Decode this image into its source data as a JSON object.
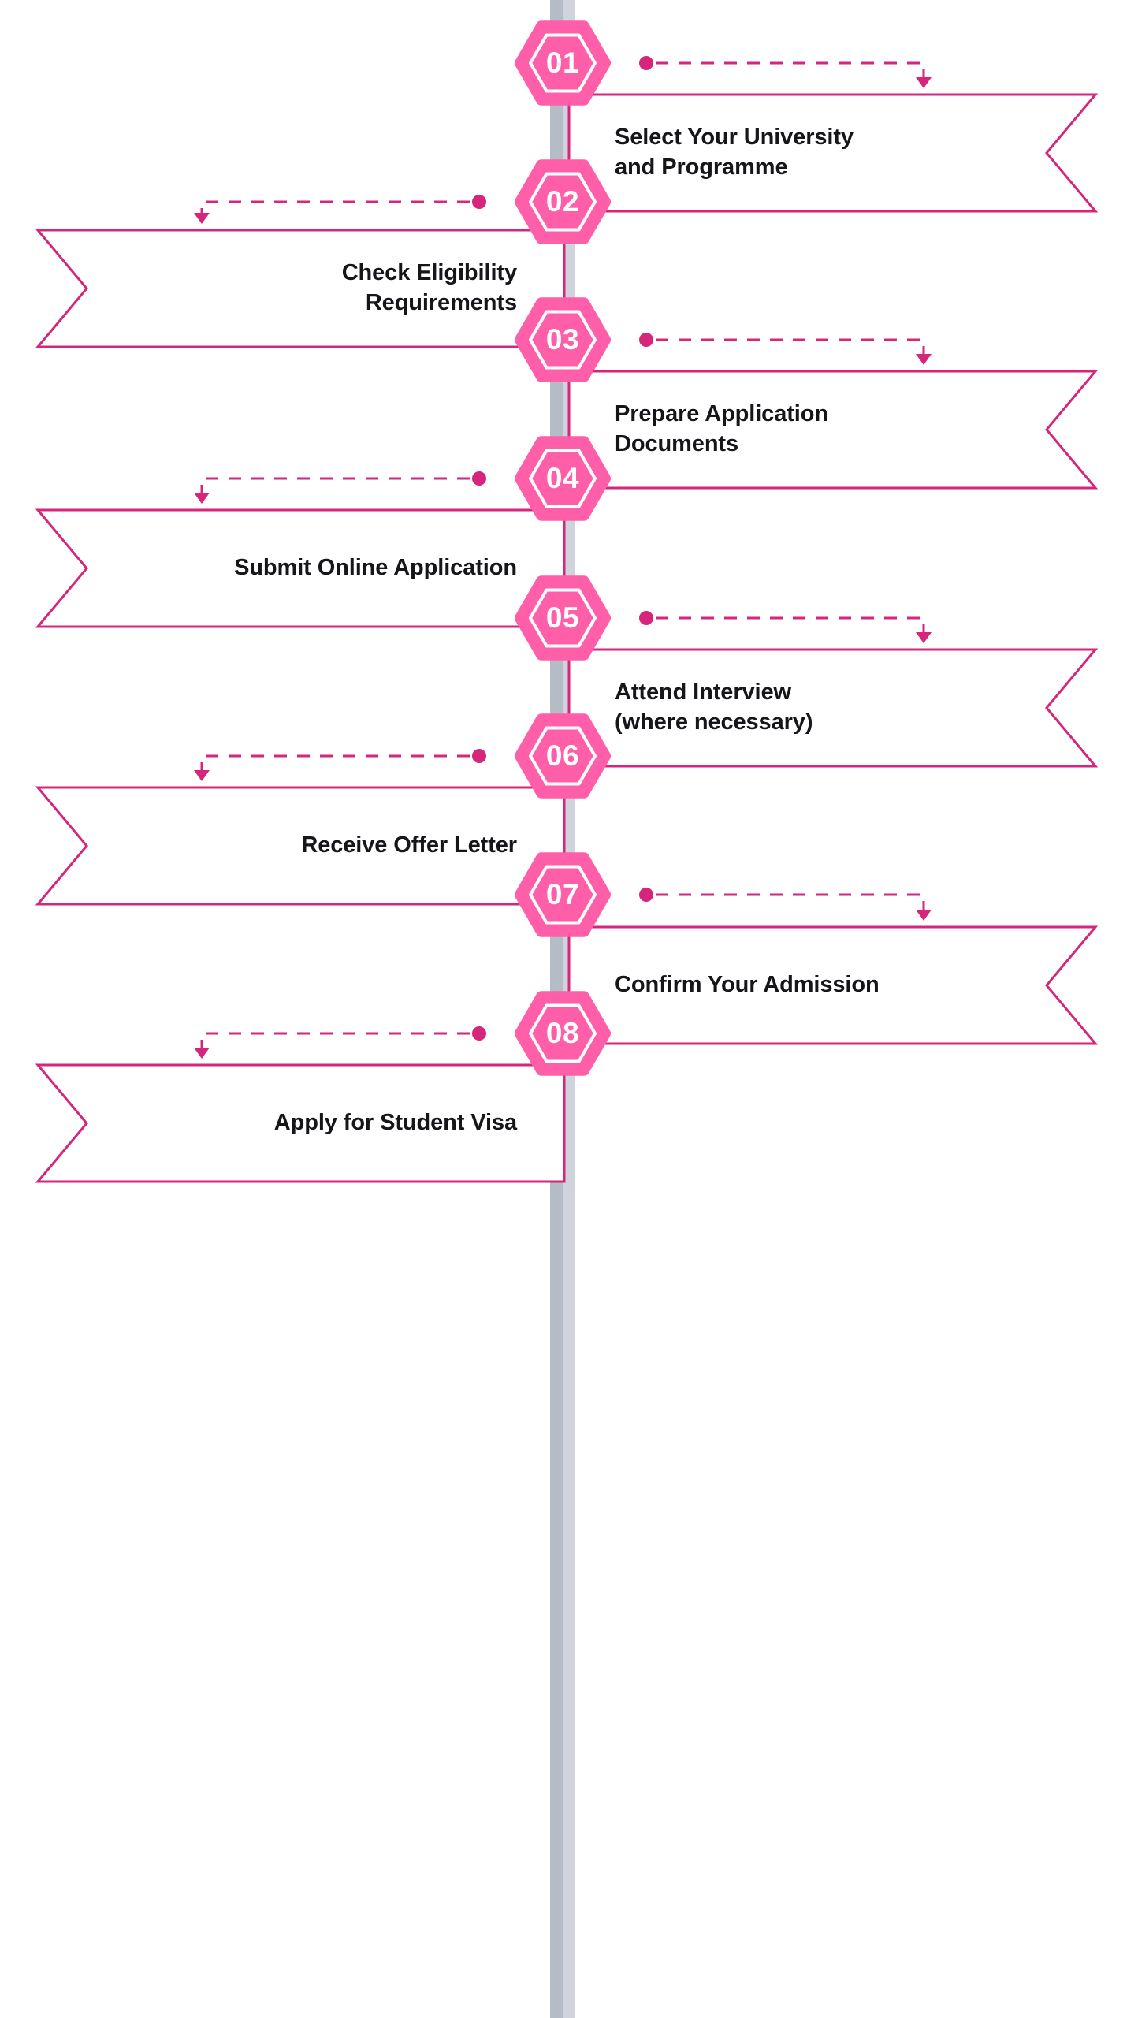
{
  "theme": {
    "accent_pink": "#ff5fa8",
    "accent_deep": "#d6267b",
    "ribbon_stroke": "#d6267b",
    "spine_dark": "#b6bcc6",
    "spine_light": "#ced3dc",
    "text_color": "#15151a",
    "badge_text": "#ffffff",
    "background": "#ffffff"
  },
  "timeline": {
    "steps": [
      {
        "number": "01",
        "label": "Select Your University\nand Programme",
        "side": "right",
        "hex_icon": "hexagon-badge-icon",
        "connector_icon": "dashed-arrow-icon"
      },
      {
        "number": "02",
        "label": "Check Eligibility\nRequirements",
        "side": "left",
        "hex_icon": "hexagon-badge-icon",
        "connector_icon": "dashed-arrow-icon"
      },
      {
        "number": "03",
        "label": "Prepare Application\nDocuments",
        "side": "right",
        "hex_icon": "hexagon-badge-icon",
        "connector_icon": "dashed-arrow-icon"
      },
      {
        "number": "04",
        "label": "Submit Online Application",
        "side": "left",
        "hex_icon": "hexagon-badge-icon",
        "connector_icon": "dashed-arrow-icon"
      },
      {
        "number": "05",
        "label": "Attend Interview\n(where necessary)",
        "side": "right",
        "hex_icon": "hexagon-badge-icon",
        "connector_icon": "dashed-arrow-icon"
      },
      {
        "number": "06",
        "label": "Receive Offer Letter",
        "side": "left",
        "hex_icon": "hexagon-badge-icon",
        "connector_icon": "dashed-arrow-icon"
      },
      {
        "number": "07",
        "label": "Confirm Your Admission",
        "side": "right",
        "hex_icon": "hexagon-badge-icon",
        "connector_icon": "dashed-arrow-icon"
      },
      {
        "number": "08",
        "label": "Apply for Student Visa",
        "side": "left",
        "hex_icon": "hexagon-badge-icon",
        "connector_icon": "dashed-arrow-icon"
      }
    ]
  }
}
